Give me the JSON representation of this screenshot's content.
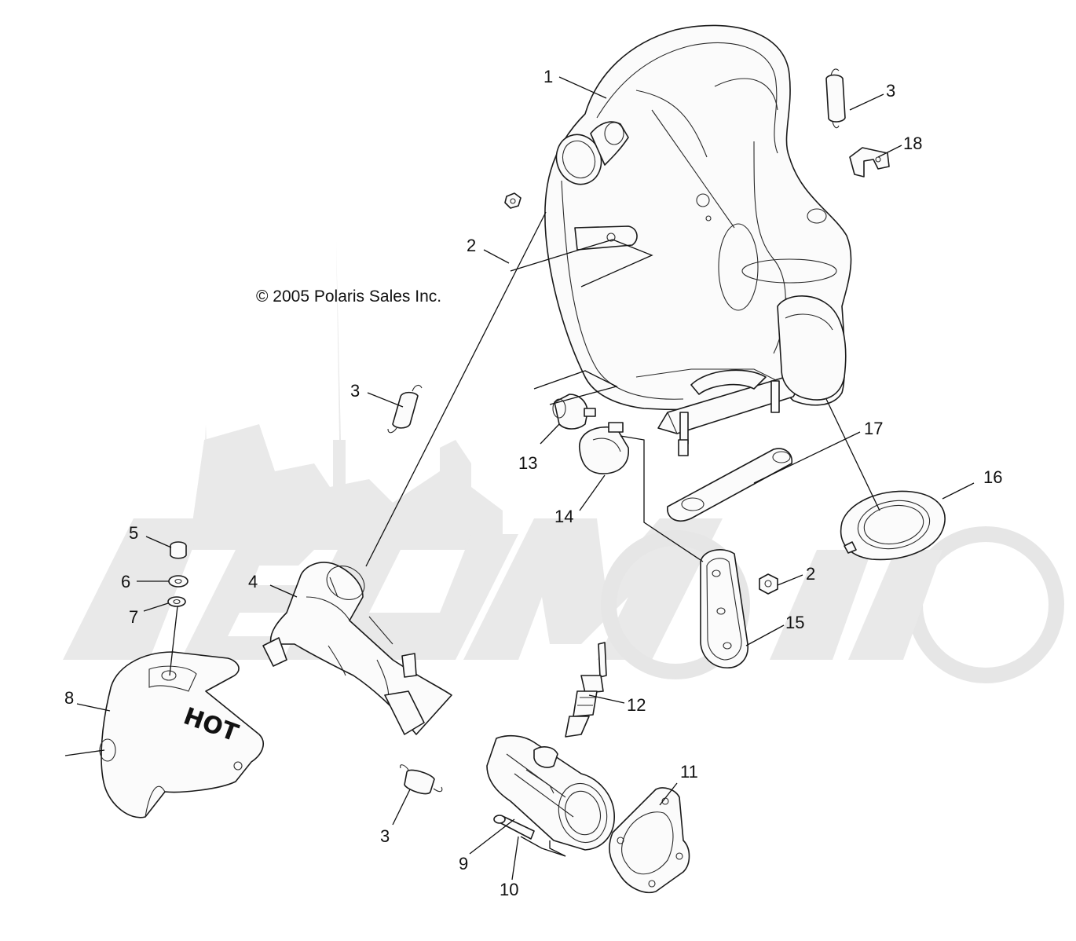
{
  "copyright": "© 2005 Polaris Sales Inc.",
  "hot_label": "HOT",
  "callouts": {
    "c1": "1",
    "c2a": "2",
    "c2b": "2",
    "c3a": "3",
    "c3b": "3",
    "c3c": "3",
    "c4": "4",
    "c5": "5",
    "c6": "6",
    "c7": "7",
    "c8": "8",
    "c9": "9",
    "c10": "10",
    "c11": "11",
    "c12": "12",
    "c13": "13",
    "c14": "14",
    "c15": "15",
    "c16": "16",
    "c17": "17",
    "c18": "18"
  },
  "colors": {
    "line": "#1a1a1a",
    "watermark": "#e9e9e9",
    "background": "#ffffff"
  }
}
